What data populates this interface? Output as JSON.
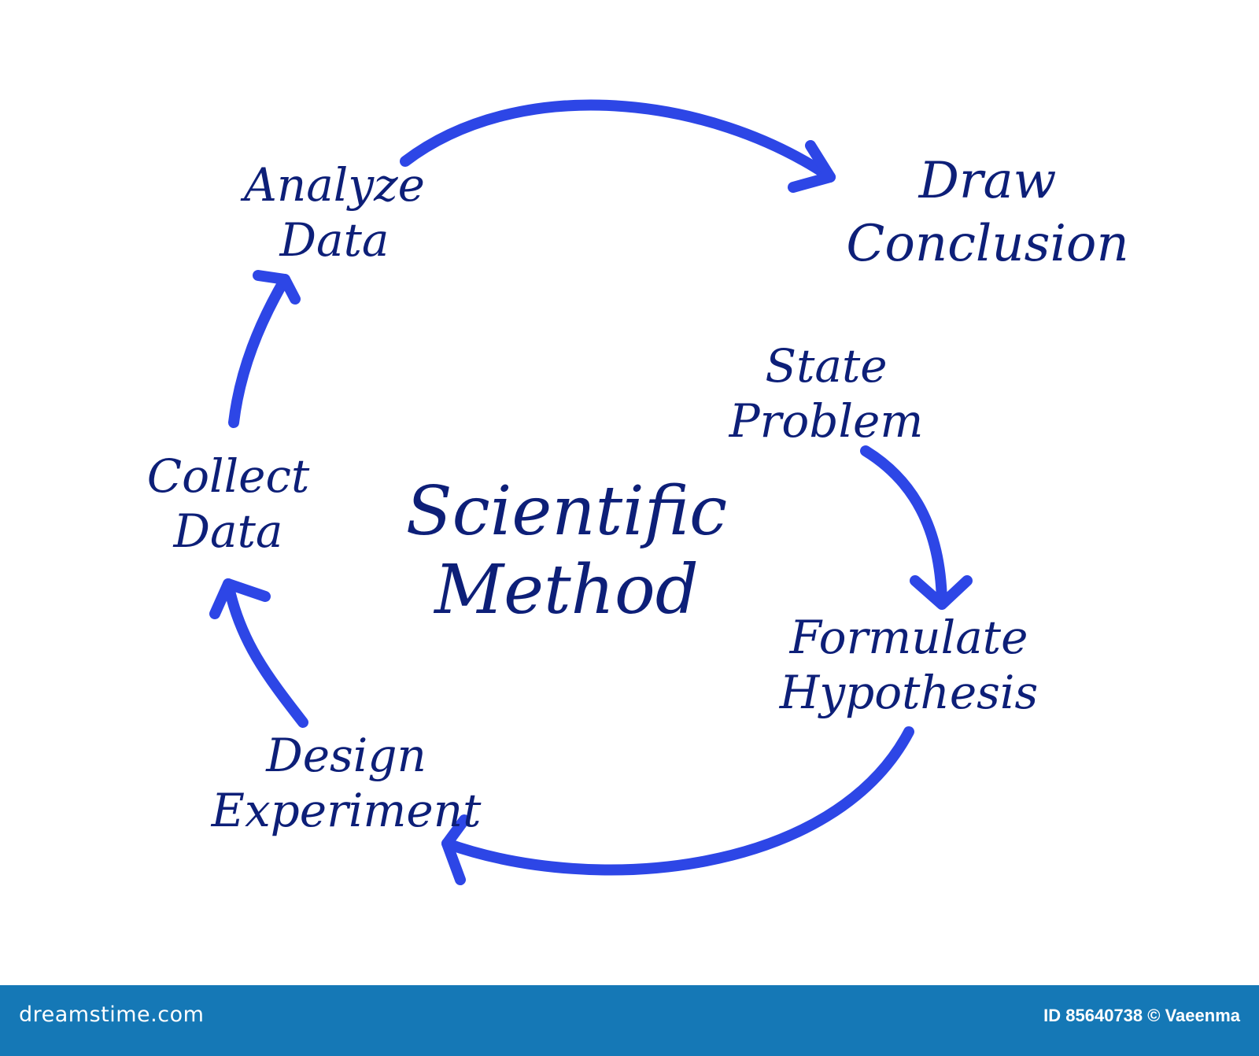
{
  "diagram": {
    "center_title": [
      "Scientific",
      "Method"
    ],
    "steps": {
      "state_problem": [
        "State",
        "Problem"
      ],
      "formulate_hypothesis": [
        "Formulate",
        "Hypothesis"
      ],
      "design_experiment": [
        "Design",
        "Experiment"
      ],
      "collect_data": [
        "Collect",
        "Data"
      ],
      "analyze_data": [
        "Analyze",
        "Data"
      ],
      "draw_conclusion": [
        "Draw",
        "Conclusion"
      ]
    }
  },
  "footer": {
    "brand": "dreamstime.com",
    "credit": "ID 85640738 © Vaeenma"
  },
  "colors": {
    "arrow": "#2d46e6",
    "text": "#0d1f78",
    "footer": "#1578b6"
  }
}
